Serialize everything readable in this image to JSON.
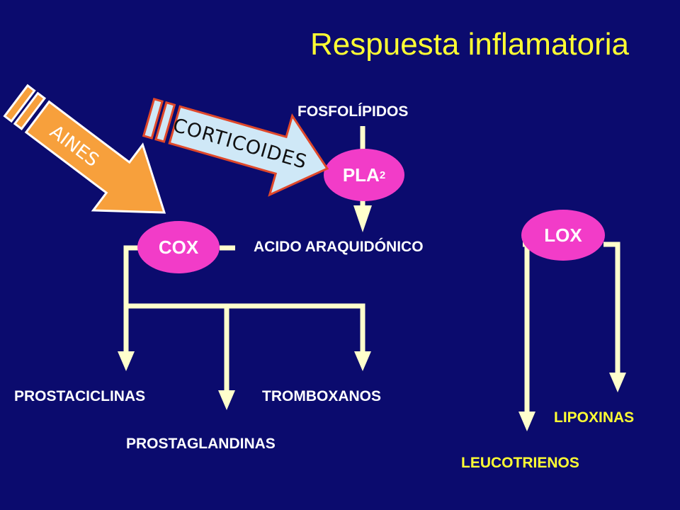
{
  "title": "Respuesta inflamatoria",
  "nodes": {
    "fosfolipidos": "FOSFOLÍPIDOS",
    "acido": "ACIDO ARAQUIDÓNICO",
    "prostaciclinas": "PROSTACICLINAS",
    "tromboxanos": "TROMBOXANOS",
    "prostaglandinas": "PROSTAGLANDINAS",
    "lipoxinas": "LIPOXINAS",
    "leucotrienos": "LEUCOTRIENOS"
  },
  "enzymes": {
    "pla_base": "PLA",
    "pla_sub": "2",
    "cox": "COX",
    "lox": "LOX"
  },
  "inhibitors": {
    "aines": "AINES",
    "corticoides": "CORTICOIDES"
  },
  "colors": {
    "background": "#0b0b6e",
    "title": "#ffff33",
    "enzyme": "#f23cc8",
    "connector": "#ffffcc",
    "aines_arrow": "#f7a03c",
    "corticoides_arrow": "#cfe8f7"
  }
}
